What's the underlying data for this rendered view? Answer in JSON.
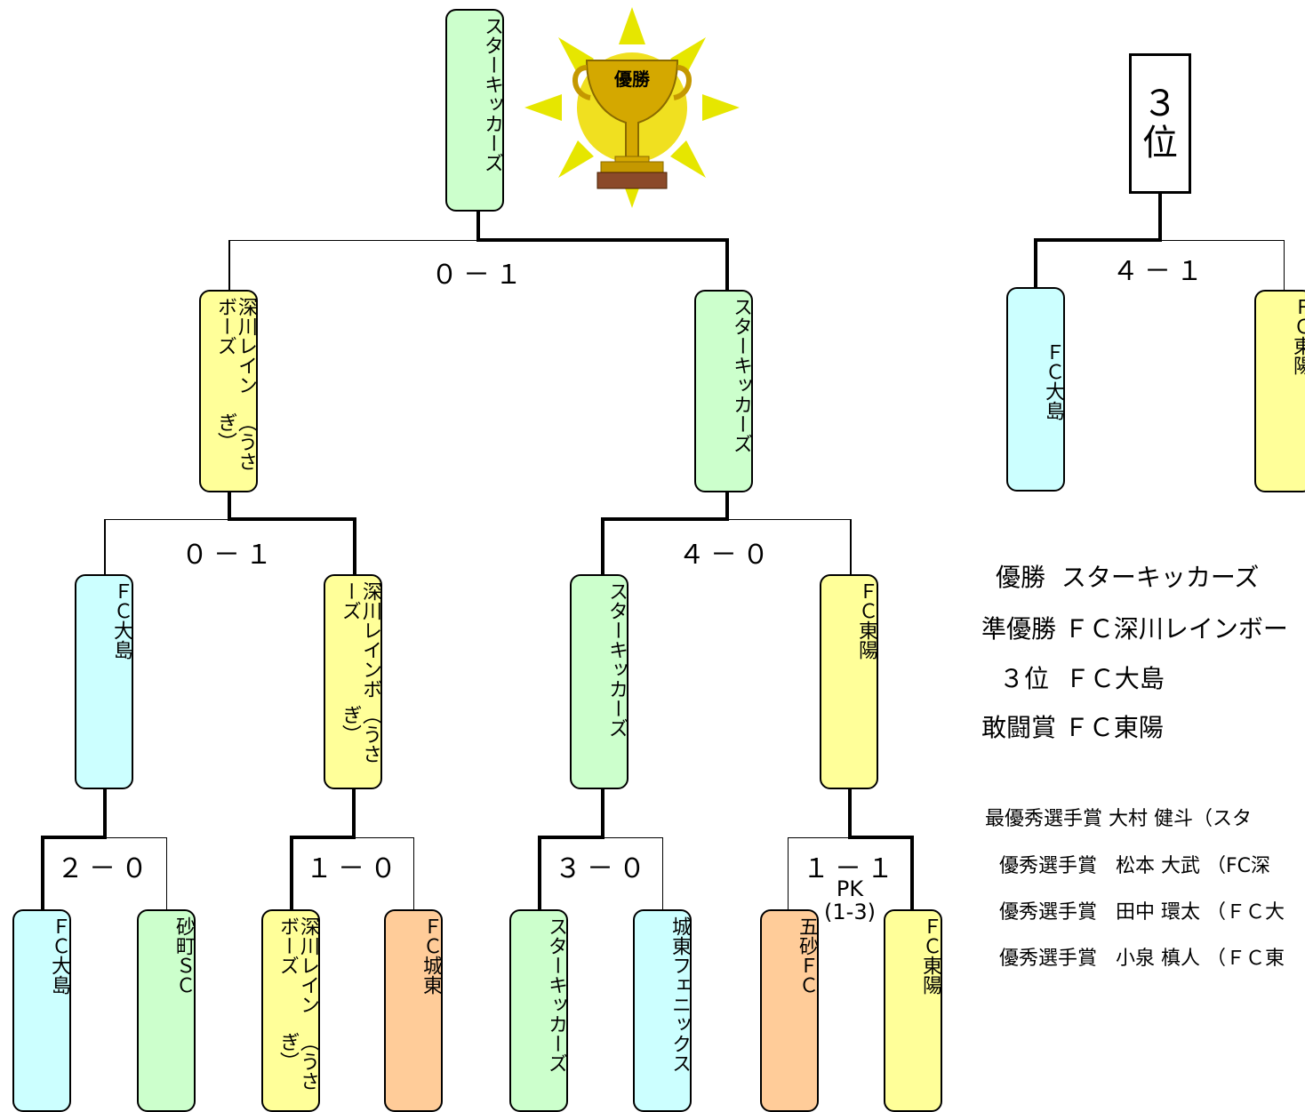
{
  "final": {
    "winner": "スターキッカーズ",
    "score": "０－１",
    "trophy_label": "優勝"
  },
  "semifinals": [
    {
      "winner": "深川レインボーズ",
      "winner_sub": "（うさぎ）",
      "score": "０－１"
    },
    {
      "winner": "スターキッカーズ",
      "score": "４－０"
    }
  ],
  "quarterfinals": [
    {
      "team": "ＦＣ大島",
      "score": "２－０"
    },
    {
      "team": "深川レインボーズ",
      "team_sub": "（うさぎ）",
      "score": "１－０"
    },
    {
      "team": "スターキッカーズ",
      "score": "３－０"
    },
    {
      "team": "ＦＣ東陽",
      "score": "１－１",
      "pk": "PK",
      "pk_score": "(1-3)"
    }
  ],
  "first_round": [
    {
      "team": "ＦＣ大島"
    },
    {
      "team": "砂町ＳＣ"
    },
    {
      "team": "深川レインボーズ",
      "team_sub": "（うさぎ）"
    },
    {
      "team": "ＦＣ城東"
    },
    {
      "team": "スターキッカーズ"
    },
    {
      "team": "城東フェニックス"
    },
    {
      "team": "五砂ＦＣ"
    },
    {
      "team": "ＦＣ東陽"
    }
  ],
  "third_place": {
    "title_num": "３",
    "title_char": "位",
    "score": "４－１",
    "team_left": "ＦＣ大島",
    "team_right": "ＦＣ東陽"
  },
  "results": [
    {
      "label": "優勝",
      "team": "スターキッカーズ"
    },
    {
      "label": "準優勝",
      "team": "ＦＣ深川レインボー"
    },
    {
      "label": "３位",
      "team": "ＦＣ大島"
    },
    {
      "label": "敢闘賞",
      "team": "ＦＣ東陽"
    }
  ],
  "awards": [
    {
      "label": "最優秀選手賞",
      "name": "大村 健斗",
      "team": "（スタ"
    },
    {
      "label": "優秀選手賞",
      "name": "松本 大武",
      "team": "（FC深"
    },
    {
      "label": "優秀選手賞",
      "name": "田中 環太",
      "team": "（ＦＣ大"
    },
    {
      "label": "優秀選手賞",
      "name": "小泉 槙人",
      "team": "（ＦＣ東"
    }
  ],
  "colors": {
    "green": "#ccffcc",
    "yellow": "#ffff99",
    "blue": "#ccffff",
    "orange": "#ffcc99",
    "trophy": "#d4a800",
    "sun": "#e8e800"
  }
}
